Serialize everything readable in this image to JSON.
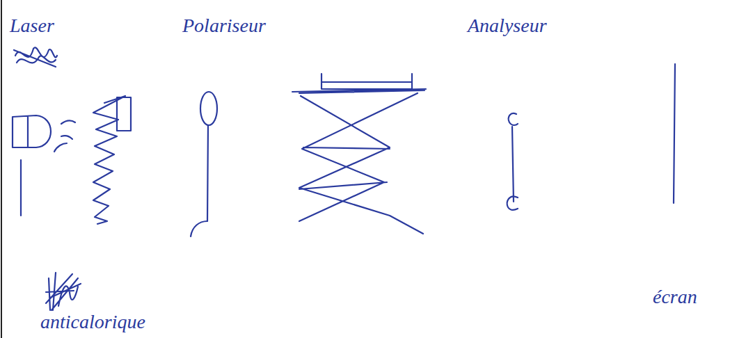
{
  "diagram": {
    "labels": [
      "Laser",
      "Polariseur",
      "Analyseur",
      "écran",
      "anticalorique"
    ]
  }
}
